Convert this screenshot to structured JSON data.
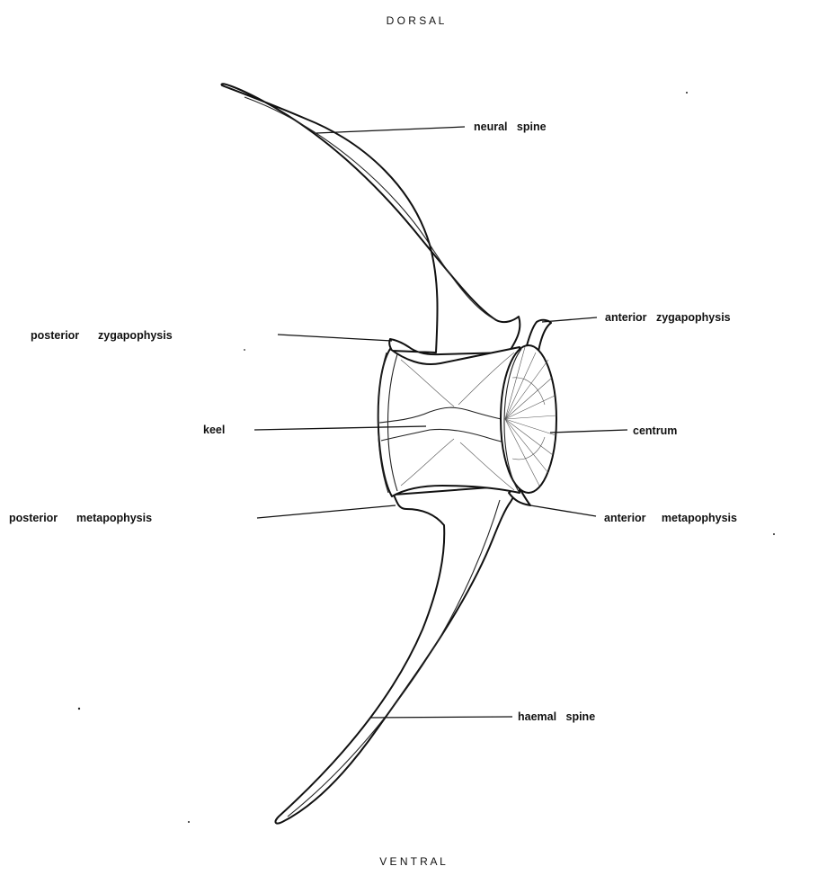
{
  "orientation": {
    "top": "D O R S A L",
    "bottom": "V E N T R A L"
  },
  "labels": {
    "neural_spine": "neural   spine",
    "anterior_zygapophysis": "anterior   zygapophysis",
    "posterior_zygapophysis": "posterior      zygapophysis",
    "keel": "keel",
    "centrum": "centrum",
    "posterior_metapophysis": "posterior      metapophysis",
    "anterior_metapophysis": "anterior     metapophysis",
    "haemal_spine": "haemal   spine"
  }
}
